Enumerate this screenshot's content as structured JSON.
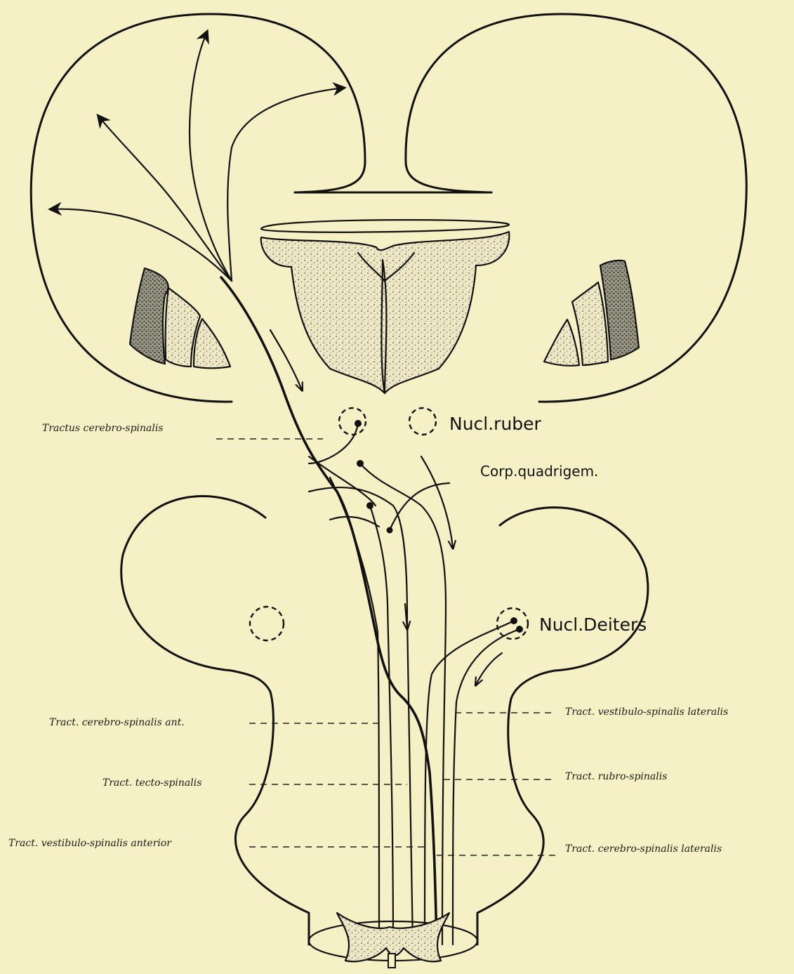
{
  "labels": {
    "nucl_ruber": "Nucl.ruber",
    "corp_quadrigem": "Corp.quadrigem.",
    "nucl_deiters": "Nucl.Deiters",
    "tractus_cerebro_spinalis": "Tractus cerebro-spinalis",
    "tract_cerebro_spinalis_ant": "Tract. cerebro-spinalis ant.",
    "tract_tecto_spinalis": "Tract. tecto-spinalis",
    "tract_vestibulo_spinalis_anterior": "Tract. vestibulo-spinalis anterior",
    "tract_vestibulo_spinalis_lateralis": "Tract. vestibulo-spinalis lateralis",
    "tract_rubro_spinalis": "Tract. rubro-spinalis",
    "tract_cerebro_spinalis_lateralis": "Tract. cerebro-spinalis lateralis"
  },
  "colors": {
    "paper": "#f6f0c5",
    "ink": "#111111",
    "stipple_light": "#d9d4b4",
    "stipple_dark": "#8e8a78"
  }
}
